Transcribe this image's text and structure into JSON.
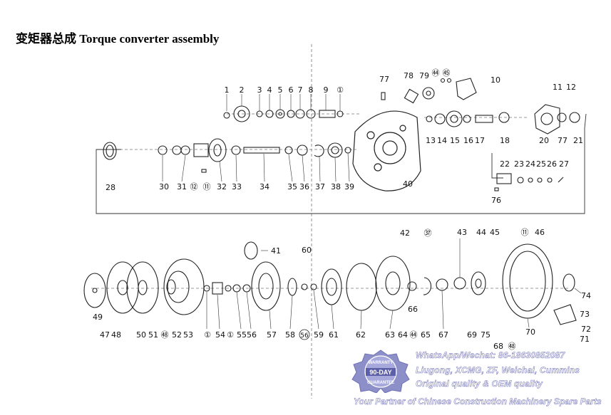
{
  "title": "变矩器总成 Torque converter assembly",
  "parts": {
    "p1": "1",
    "p2": "2",
    "p3": "3",
    "p4": "4",
    "p5": "5",
    "p6": "6",
    "p7": "7",
    "p8": "8",
    "p9": "9",
    "p1c": "①",
    "p77a": "77",
    "p78": "78",
    "p79": "79",
    "p44c": "㊹",
    "p45c": "㊺",
    "p10": "10",
    "p11": "11",
    "p12": "12",
    "p13": "13",
    "p14": "14",
    "p15": "15",
    "p16": "16",
    "p17": "17",
    "p18": "18",
    "p20": "20",
    "p77b": "77",
    "p21": "21",
    "p28": "28",
    "p30": "30",
    "p31": "31",
    "p12c": "⑫",
    "p11c": "⑪",
    "p32": "32",
    "p33": "33",
    "p34": "34",
    "p35": "35",
    "p36": "36",
    "p37": "37",
    "p38": "38",
    "p39": "39",
    "p40": "40",
    "p22": "22",
    "p23": "23",
    "p24": "24",
    "p25": "25",
    "p26": "26",
    "p27": "27",
    "p76": "76",
    "p41": "41",
    "p60": "60",
    "p42": "42",
    "p37c": "㊲",
    "p43": "43",
    "p44": "44",
    "p45": "45",
    "p11c2": "⑪",
    "p46": "46",
    "p49": "49",
    "p47": "47",
    "p48": "48",
    "p50": "50",
    "p51": "51",
    "p48c": "㊽",
    "p52": "52",
    "p53": "53",
    "p1c2": "①",
    "p54": "54",
    "p1c3": "①",
    "p55": "55",
    "p56": "56",
    "p57": "57",
    "p58": "58",
    "p56c": "56",
    "p59": "59",
    "p61": "61",
    "p62": "62",
    "p63": "63",
    "p64": "64",
    "p44c2": "㊹",
    "p65": "65",
    "p66": "66",
    "p67": "67",
    "p69": "69",
    "p75": "75",
    "p70": "70",
    "p74": "74",
    "p73": "73",
    "p72": "72",
    "p71": "71",
    "p68": "68",
    "p48c2": "㊽"
  },
  "watermark": {
    "badge_top": "WARRANTY",
    "badge_mid": "90-DAY",
    "badge_bottom": "GUARANTEE",
    "contact": "WhatsApp/Wechat: 86-18630852087",
    "brands": "Liugong, XCMG, ZF, Weichai, Cummins",
    "quality": "Original quality & OEM quality",
    "footer": "Your Partner of Chinese Construction Machinery Spare Parts"
  },
  "colors": {
    "ink": "#111111",
    "watermark": "#6e6fb5"
  }
}
